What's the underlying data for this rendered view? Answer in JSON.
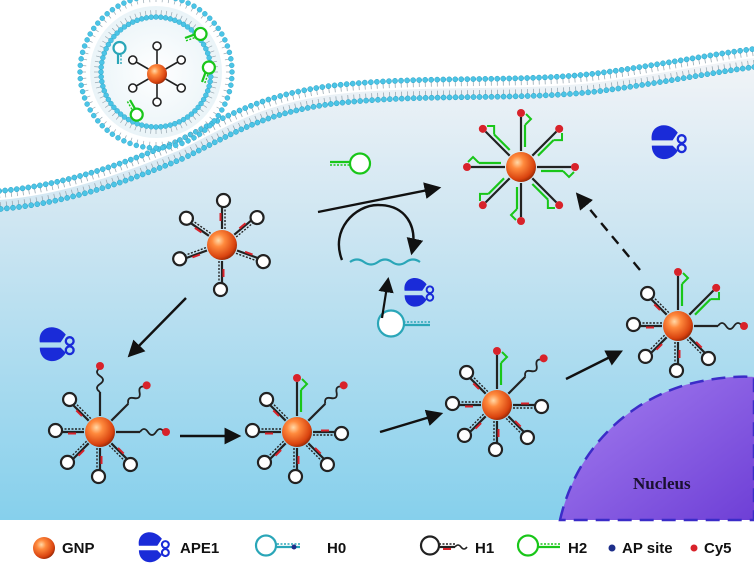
{
  "nucleus": {
    "label": "Nucleus"
  },
  "legend": {
    "items": [
      {
        "key": "gnp",
        "label": "GNP"
      },
      {
        "key": "ape1",
        "label": "APE1"
      },
      {
        "key": "h0",
        "label": "H0"
      },
      {
        "key": "h1",
        "label": "H1"
      },
      {
        "key": "h2",
        "label": "H2"
      },
      {
        "key": "ap_site",
        "label": "AP site"
      },
      {
        "key": "cy5",
        "label": "Cy5"
      }
    ]
  },
  "colors": {
    "cell_background_top": "#e9eef4",
    "cell_background_bottom": "#8fd3ec",
    "membrane": "#4bc4e6",
    "gnp": "#e8561c",
    "ape1": "#1a2bd8",
    "h0": "#2aa6b8",
    "h1": "#222222",
    "h2": "#19c619",
    "ap_site": "#1d2e8a",
    "cy5": "#d8222a",
    "nucleus": "#8a5ae0"
  }
}
